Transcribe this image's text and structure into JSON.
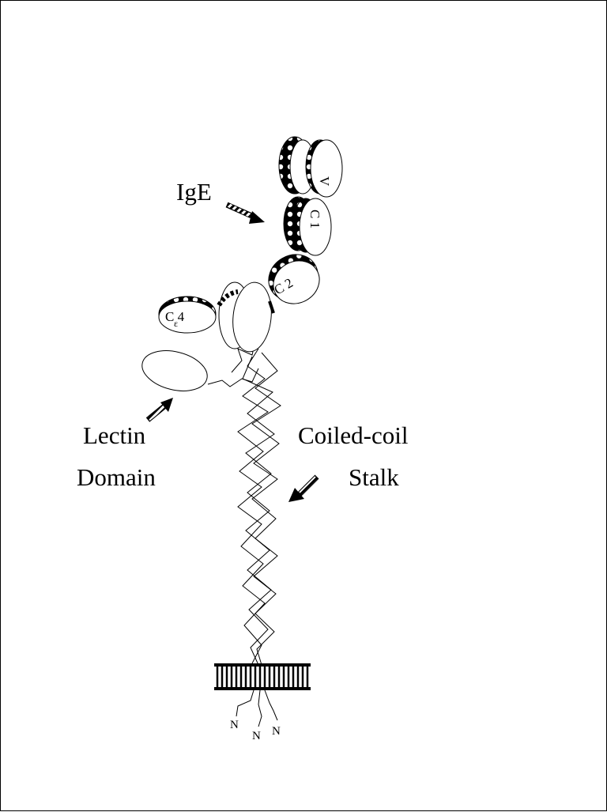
{
  "labels": {
    "ige": "IgE",
    "lectin_line1": "Lectin",
    "lectin_line2": "Domain",
    "stalk_line1": "Coiled-coil",
    "stalk_line2": "Stalk"
  },
  "domains": {
    "v": "V",
    "c1": "C 1",
    "c2": "C 2",
    "c4": "C 4",
    "epsilon": "ε"
  },
  "termini": [
    "N",
    "N",
    "N"
  ]
}
